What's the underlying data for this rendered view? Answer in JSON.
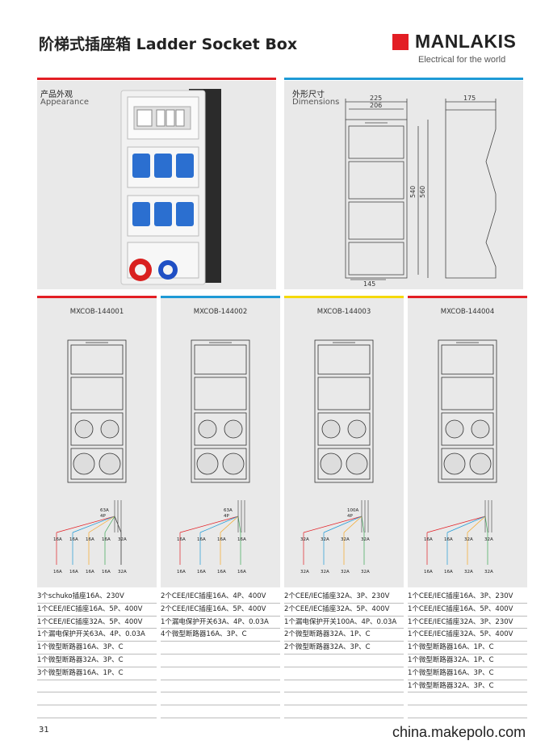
{
  "header": {
    "title": "阶梯式插座箱 Ladder Socket Box",
    "brand": "MANLAKIS",
    "tagline": "Electrical for the world",
    "brand_color": "#e31e24"
  },
  "appearance": {
    "label_zh": "产品外观",
    "label_en": "Appearance"
  },
  "dimensions": {
    "label_zh": "外形尺寸",
    "label_en": "Dimensions",
    "width_outer": "225",
    "width_inner": "206",
    "depth": "175",
    "height_inner": "540",
    "height_outer": "560",
    "bottom_width": "145"
  },
  "models": [
    {
      "name": "MXCOB-144001",
      "bar_color": "#e31e24",
      "specs": [
        "3个schuko插座16A、230V",
        "1个CEE/IEC插座16A、5P、400V",
        "1个CEE/IEC插座32A、5P、400V",
        "1个漏电保护开关63A、4P、0.03A",
        "1个微型断路器16A、3P、C",
        "1个微型断路器32A、3P、C",
        "3个微型断路器16A、1P、C",
        "",
        "",
        ""
      ],
      "rcd_label": "63A",
      "rcd_poles": "4P",
      "breaker_labels": [
        "16A",
        "16A",
        "16A",
        "16A",
        "32A"
      ],
      "outlet_labels": [
        "16A",
        "16A",
        "16A",
        "16A",
        "32A"
      ]
    },
    {
      "name": "MXCOB-144002",
      "bar_color": "#1e9ad6",
      "specs": [
        "2个CEE/IEC插座16A、4P、400V",
        "2个CEE/IEC插座16A、5P、400V",
        "1个漏电保护开关63A、4P、0.03A",
        "4个微型断路器16A、3P、C",
        "",
        "",
        "",
        "",
        "",
        ""
      ],
      "rcd_label": "63A",
      "rcd_poles": "4P",
      "breaker_labels": [
        "16A",
        "16A",
        "16A",
        "16A"
      ],
      "outlet_labels": [
        "16A",
        "16A",
        "16A",
        "16A"
      ]
    },
    {
      "name": "MXCOB-144003",
      "bar_color": "#f5d90a",
      "specs": [
        "2个CEE/IEC插座32A、3P、230V",
        "2个CEE/IEC插座32A、5P、400V",
        "1个漏电保护开关100A、4P、0.03A",
        "2个微型断路器32A、1P、C",
        "2个微型断路器32A、3P、C",
        "",
        "",
        "",
        "",
        ""
      ],
      "rcd_label": "100A",
      "rcd_poles": "4P",
      "breaker_labels": [
        "32A",
        "32A",
        "32A",
        "32A"
      ],
      "outlet_labels": [
        "32A",
        "32A",
        "32A",
        "32A"
      ]
    },
    {
      "name": "MXCOB-144004",
      "bar_color": "#e31e24",
      "specs": [
        "1个CEE/IEC插座16A、3P、230V",
        "1个CEE/IEC插座16A、5P、400V",
        "1个CEE/IEC插座32A、3P、230V",
        "1个CEE/IEC插座32A、5P、400V",
        "1个微型断路器16A、1P、C",
        "1个微型断路器32A、1P、C",
        "1个微型断路器16A、3P、C",
        "1个微型断路器32A、3P、C",
        "",
        ""
      ],
      "rcd_label": "",
      "rcd_poles": "",
      "breaker_labels": [
        "16A",
        "16A",
        "32A",
        "32A"
      ],
      "outlet_labels": [
        "16A",
        "16A",
        "32A",
        "32A"
      ]
    }
  ],
  "footer": {
    "page_number": "31",
    "watermark": "china.makepolo.com"
  }
}
